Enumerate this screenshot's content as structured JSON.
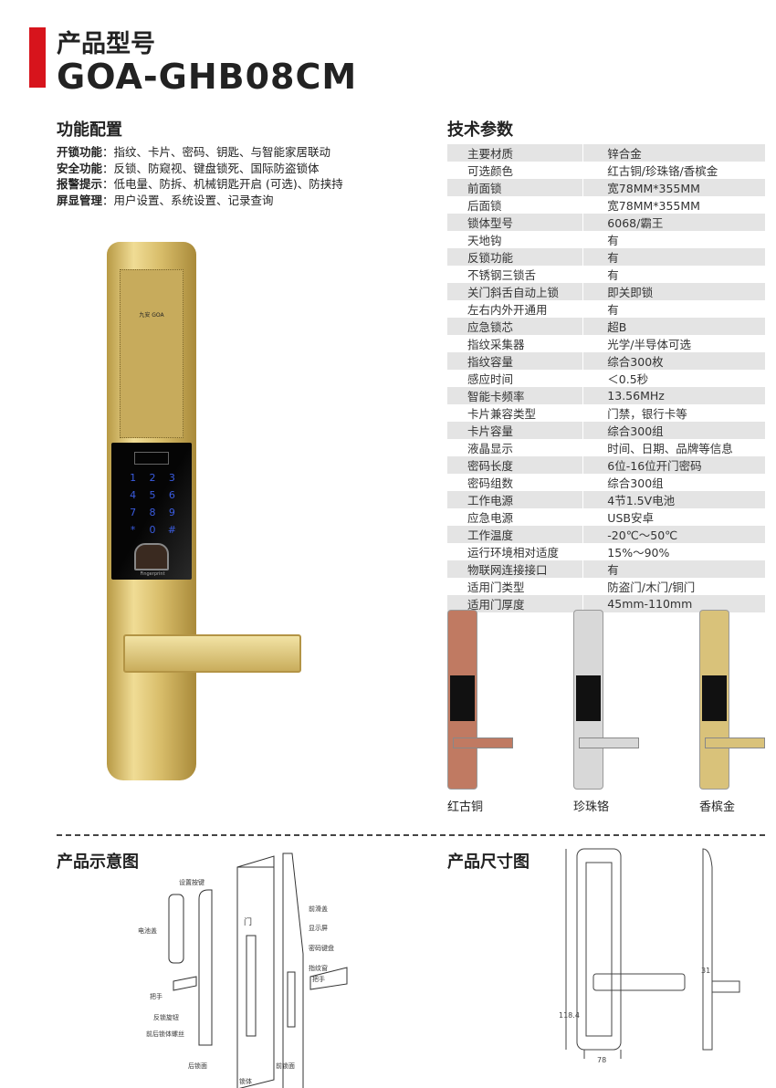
{
  "header": {
    "title": "产品型号",
    "model": "GOA-GHB08CM",
    "accent": "#d7141c"
  },
  "features": {
    "heading": "功能配置",
    "items": [
      {
        "label": "开锁功能",
        "value": "：指纹、卡片、密码、钥匙、与智能家居联动"
      },
      {
        "label": "安全功能",
        "value": "：反锁、防窥视、键盘锁死、国际防盗锁体"
      },
      {
        "label": "报警提示",
        "value": "：低电量、防拆、机械钥匙开启 (可选)、防挟持"
      },
      {
        "label": "屏显管理",
        "value": "：用户设置、系统设置、记录查询"
      }
    ]
  },
  "specs": {
    "heading": "技术参数",
    "rows": [
      [
        "主要材质",
        "锌合金"
      ],
      [
        "可选颜色",
        "红古铜/珍珠铬/香槟金"
      ],
      [
        "前面锁",
        "宽78MM*355MM"
      ],
      [
        "后面锁",
        "宽78MM*355MM"
      ],
      [
        "锁体型号",
        "6068/霸王"
      ],
      [
        "天地钩",
        "有"
      ],
      [
        "反锁功能",
        "有"
      ],
      [
        "不锈钢三锁舌",
        "有"
      ],
      [
        "关门斜舌自动上锁",
        "即关即锁"
      ],
      [
        "左右内外开通用",
        "有"
      ],
      [
        "应急锁芯",
        "超B"
      ],
      [
        "指纹采集器",
        "光学/半导体可选"
      ],
      [
        "指纹容量",
        "综合300枚"
      ],
      [
        "感应时间",
        "＜0.5秒"
      ],
      [
        "智能卡频率",
        "13.56MHz"
      ],
      [
        "卡片兼容类型",
        "门禁，银行卡等"
      ],
      [
        "卡片容量",
        "综合300组"
      ],
      [
        "液晶显示",
        "时间、日期、品牌等信息"
      ],
      [
        "密码长度",
        "6位-16位开门密码"
      ],
      [
        "密码组数",
        "综合300组"
      ],
      [
        "工作电源",
        "4节1.5V电池"
      ],
      [
        "应急电源",
        "USB安卓"
      ],
      [
        "工作温度",
        "-20℃～50℃"
      ],
      [
        "运行环境相对适度",
        "15%～90%"
      ],
      [
        "物联网连接接口",
        "有"
      ],
      [
        "适用门类型",
        "防盗门/木门/铜门"
      ],
      [
        "适用门厚度",
        "45mm-110mm"
      ]
    ]
  },
  "product_image": {
    "brand": "九安 GOA",
    "keypad": [
      "1",
      "2",
      "3",
      "4",
      "5",
      "6",
      "7",
      "8",
      "9",
      "*",
      "0",
      "#"
    ],
    "sensor_label": "Fingerprint"
  },
  "variants": [
    {
      "name": "红古铜",
      "color": "#c07a62"
    },
    {
      "name": "珍珠铬",
      "color": "#d8d8d8"
    },
    {
      "name": "香槟金",
      "color": "#d9c27a"
    }
  ],
  "diagram": {
    "heading": "产品示意图",
    "labels": {
      "set_button": "设置按键",
      "battery_cover": "电池盖",
      "handle_back": "把手",
      "lock_knob": "反锁旋钮",
      "screws": "前后锁体螺丝",
      "back_panel": "后锁面",
      "lock_body": "锁体",
      "door": "门",
      "front_panel": "前锁面",
      "slide_cover": "前滑盖",
      "display": "显示屏",
      "keypad": "密码键盘",
      "fingerprint_window": "指纹窗",
      "handle_front": "把手"
    }
  },
  "dimensions": {
    "heading": "产品尺寸图",
    "height": "118.4",
    "width": "78",
    "depth": "31"
  }
}
